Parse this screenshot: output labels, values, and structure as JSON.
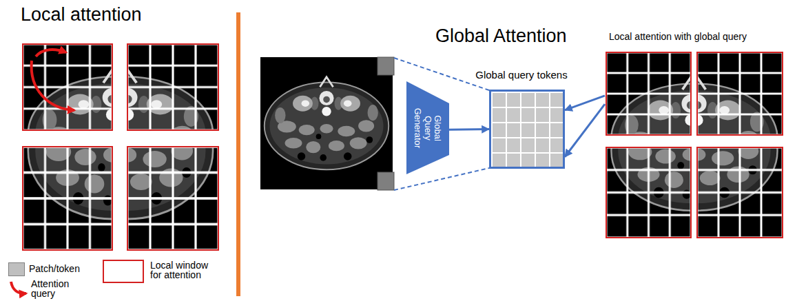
{
  "diagram": {
    "nodes": [
      {
        "text": [
          "Global Query Generator"
        ]
      },
      {
        "text": [
          "Global query tokens"
        ]
      },
      {
        "text": [
          "Local attention with global query"
        ]
      }
    ],
    "edges": [
      {
        "from": 0,
        "to": 1,
        "arrow": "to"
      },
      {
        "from": 2,
        "to": 1,
        "arrow": "to"
      },
      {
        "from": 2,
        "to": 1,
        "arrow": "to"
      }
    ],
    "labels": [
      "Local attention",
      "Global Attention"
    ],
    "legend": [
      {
        "text": "Patch/token",
        "color": "#bfbfbf"
      },
      {
        "text": "Local window for attention"
      },
      {
        "text": "Attention query"
      }
    ]
  }
}
